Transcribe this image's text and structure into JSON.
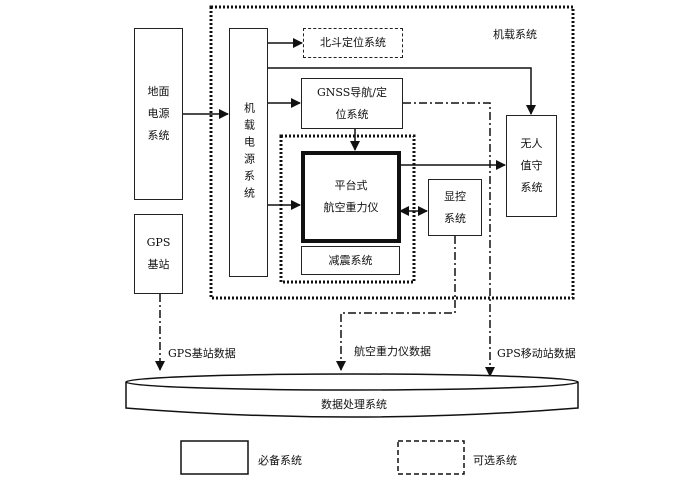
{
  "diagram": {
    "groups": {
      "airborne_system": "机载系统"
    },
    "nodes": {
      "ground_power": "地面\n电源\n系统",
      "gps_base": "GPS\n基站",
      "airborne_power": "机载电源系统",
      "beidou": "北斗定位系统",
      "gnss": "GNSS导航/定\n位系统",
      "gravimeter": "平台式\n航空重力仪",
      "damping": "减震系统",
      "display_control": "显控\n系统",
      "unattended": "无人\n值守\n系统",
      "data_processing": "数据处理系统"
    },
    "edge_labels": {
      "gps_base_data": "GPS基站数据",
      "gravimeter_data": "航空重力仪数据",
      "gps_mobile_data": "GPS移动站数据"
    },
    "legend": {
      "required": "必备系统",
      "optional": "可选系统"
    }
  }
}
